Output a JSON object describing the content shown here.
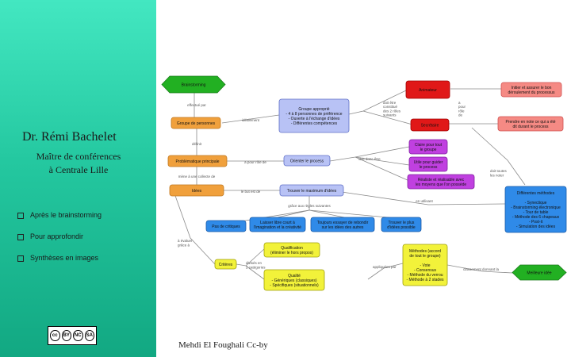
{
  "sidebar": {
    "author": "Dr. Rémi Bachelet",
    "subtitle_lines": [
      "Maître de conférences",
      "à Centrale Lille"
    ],
    "bullets": [
      "Après le brainstorming",
      "Pour approfondir",
      "Synthèses en images"
    ],
    "license_icons": [
      "cc",
      "by",
      "nc",
      "sa"
    ],
    "license_labels": [
      "BY",
      "NC",
      "SA"
    ]
  },
  "credit": "Mehdi El Foughali Cc-by",
  "colors": {
    "sidebar": "#24c8a0",
    "green": "#22b022",
    "orange": "#f0a03c",
    "blue_light": "#b8c2f5",
    "purple": "#c040e0",
    "red": "#e01818",
    "salmon": "#f58a84",
    "blue": "#2f8ae8",
    "yellow": "#f2f23a"
  },
  "diagram": {
    "nodes": {
      "brainstorming": "Brainstorming",
      "groupe": "Groupe de personnes",
      "groupe_approprie": [
        "Groupe approprié",
        "- 4 à 8 personnes de préférence",
        "- Ouverte à l'échange d'idées",
        "- Différentes compétences"
      ],
      "animateur": "Animateur",
      "secretaire": "Secrétaire",
      "initier": [
        "Initier et assurer le bon",
        "déroulement du processus"
      ],
      "prendre": [
        "Prendre en note ce qui a été",
        "dit durant le process"
      ],
      "problematique": "Problématique principale",
      "orienter": "Orienter le process",
      "claire": [
        "Claire pour tout",
        "le groupe"
      ],
      "utile": [
        "Utile pour guider",
        "le process"
      ],
      "realiste": [
        "Réaliste et réalisable avec",
        "les moyens que l'on possède"
      ],
      "idees": "Idées",
      "trouver_max": "Trouver le maximum d'idées",
      "pas_critiques": "Pas de critiques",
      "laisser": [
        "Laisser libre court à",
        "l'imagination et la créativité"
      ],
      "toujours": [
        "Toujours essayer de rebondir",
        "sur les idées des autres"
      ],
      "trouver_plus": [
        "Trouver le plus",
        "d'idées possible"
      ],
      "methodes_diff": [
        "Différentes méthodes",
        "",
        "- Synectique",
        "- Brainstorming électronique",
        "- Tour de table",
        "- Méthode des 6 chapeaux",
        "- Post-it",
        "- Simulation des idées"
      ],
      "criteres": "Critères",
      "qualification": [
        "Qualification",
        "(éliminer le hors propos)"
      ],
      "qualite": [
        "Qualité",
        "- Génériques (classiques)",
        "- Spécifiques (situationnels)"
      ],
      "methodes_accord": [
        "Méthodes (accord",
        "de tout le groupe)",
        "",
        "- Vote",
        "- Consensus",
        "- Méthode du verrou",
        "- Méthode à 2 stades"
      ],
      "meilleure": "Meilleure idée"
    },
    "links": {
      "effectue_par": "effectué par",
      "idealement": "idéalement",
      "doit_etre": [
        "doit être",
        "constitué",
        "des 2 rôles",
        "suivants"
      ],
      "a_pour_role": [
        "a",
        "pour",
        "rôle",
        "de"
      ],
      "definit": "définit",
      "a_pour_role_de": "a pour rôle de",
      "doit_donc_etre": "doit donc être",
      "mene_a": "mène à une collecte de",
      "le_but": "le but est de",
      "grace_aux": "grâce aux règles suivantes",
      "en_utilisant": "en utilisant",
      "doit_toutes": [
        "doit toutes",
        "les noter"
      ],
      "a_evaluer": [
        "à évaluer",
        "grâce à"
      ],
      "divises": [
        "divisés en",
        "2 catégories"
      ],
      "appliquees": "appliquées par",
      "classement": "classement donnant la"
    }
  }
}
